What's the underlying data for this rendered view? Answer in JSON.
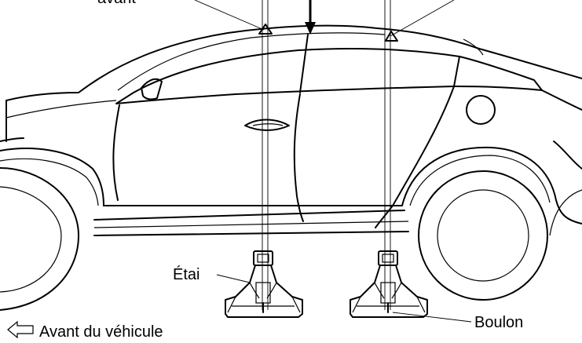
{
  "labels": {
    "top_left_partial": "avant",
    "stand": "Étai",
    "bolt": "Boulon",
    "front_of_vehicle": "Avant du véhicule"
  },
  "icons": [
    "front-arrow-icon",
    "down-arrow-icon",
    "triangle-mark-icon"
  ]
}
